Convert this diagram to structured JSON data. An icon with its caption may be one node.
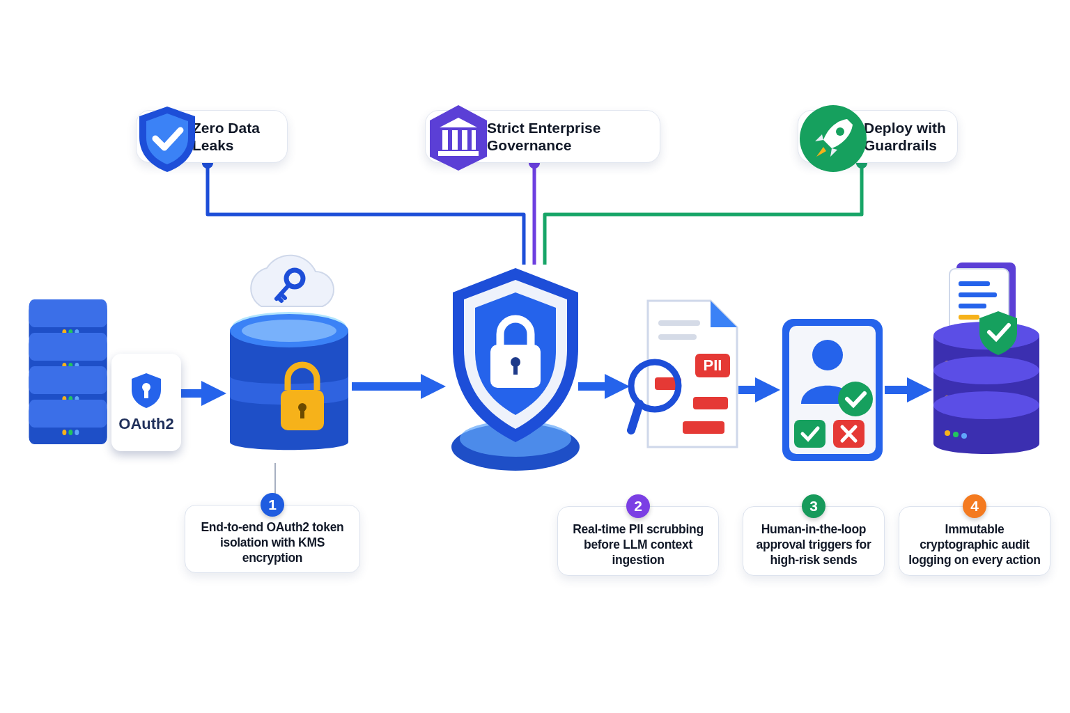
{
  "diagram": {
    "nodes": [
      {
        "text": [
          "Zero Data Leaks"
        ]
      },
      {
        "text": [
          "Strict Enterprise Governance"
        ]
      },
      {
        "text": [
          "Deploy with Guardrails"
        ]
      },
      {
        "text": [
          "OAuth2"
        ]
      },
      {
        "text": [],
        "shape": "picture"
      },
      {
        "text": [],
        "shape": "picture"
      },
      {
        "text": [],
        "shape": "picture"
      },
      {
        "text": [],
        "shape": "picture"
      },
      {
        "text": [],
        "shape": "picture"
      },
      {
        "text": [
          "1",
          "End-to-end OAuth2 token isolation with KMS encryption"
        ]
      },
      {
        "text": [
          "2",
          "Real-time PII scrubbing before LLM context ingestion"
        ]
      },
      {
        "text": [
          "3",
          "Human-in-the-loop approval triggers for high-risk sends"
        ]
      },
      {
        "text": [
          "4",
          "Immutable cryptographic audit logging on every action"
        ]
      }
    ],
    "edges": [
      {
        "from": 0,
        "to": 5,
        "arrow": "other",
        "color": "#1d4ed8"
      },
      {
        "from": 1,
        "to": 5,
        "arrow": "other",
        "color": "#6d3fe0"
      },
      {
        "from": 2,
        "to": 5,
        "arrow": "other",
        "color": "#17a567"
      },
      {
        "from": 3,
        "to": 4,
        "arrow": "to"
      },
      {
        "from": 4,
        "to": 5,
        "arrow": "to"
      },
      {
        "from": 5,
        "to": 6,
        "arrow": "to"
      },
      {
        "from": 6,
        "to": 7,
        "arrow": "to"
      },
      {
        "from": 7,
        "to": 8,
        "arrow": "to"
      },
      {
        "from": 4,
        "to": 9,
        "arrow": "none",
        "color": "#8a96ad"
      }
    ],
    "labels": [
      "PII"
    ]
  }
}
